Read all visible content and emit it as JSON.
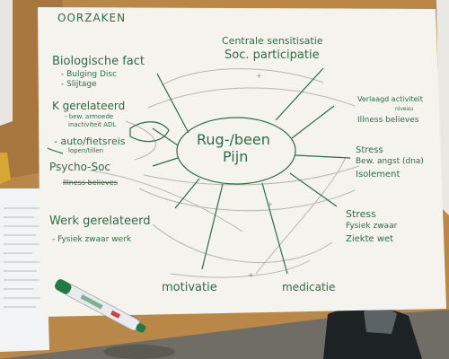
{
  "poster": {
    "title": "OORZAKEN",
    "center": [
      "Rug-/been",
      "Pijn"
    ],
    "nodes": {
      "centrale": [
        "Centrale sensitisatie",
        "Soc. participatie"
      ],
      "biologisch": [
        "Biologische fact",
        "- Bulging Disc",
        "- Slijtage"
      ],
      "gerelateerd": [
        "K gerelateerd",
        "- bew. armoede",
        "inactiviteit ADL",
        "- auto/fietsreis",
        "lopen/tillen"
      ],
      "psycho": "Psycho-Soc",
      "illness_struck": "Illness believes",
      "verlaagd": [
        "Verlaagd activiteit",
        "niveau",
        "Illness believes"
      ],
      "stress_mid": [
        "Stress",
        "Bew. angst (dna)",
        "Isolement"
      ],
      "stress_low": [
        "Stress",
        "Fysiek zwaar",
        "Ziekte wet"
      ],
      "werk": [
        "Werk gerelateerd",
        "- Fysiek zwaar werk"
      ],
      "motivatie": "motivatie",
      "medicatie": "medicatie"
    }
  },
  "colors": {
    "ink": "#2f6b46",
    "paper": "#f4f3ee",
    "table": "#b98748",
    "marker_body": "#e9ecef",
    "marker_cap": "#1f7a45"
  }
}
